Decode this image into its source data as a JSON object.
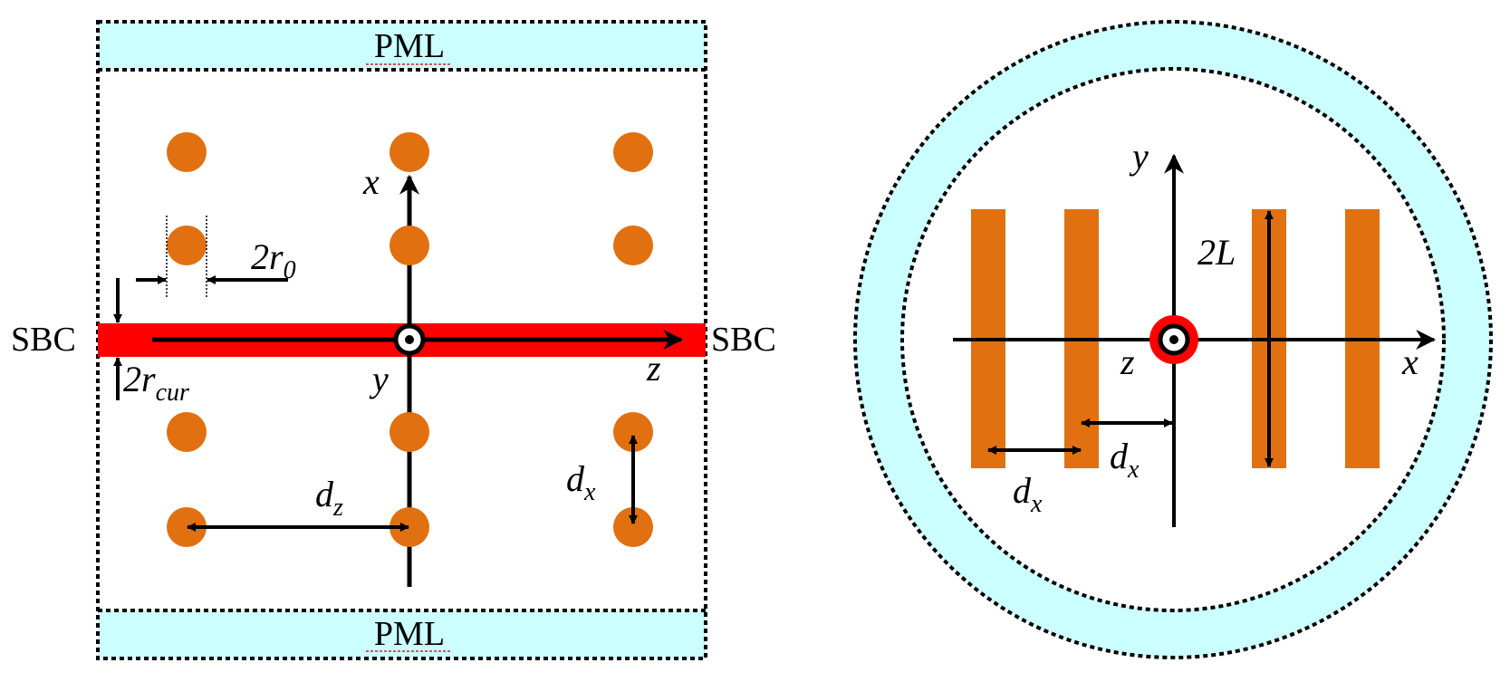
{
  "colors": {
    "pml_fill": "#ccffff",
    "rod": "#e07010",
    "current_sheet": "#ff0000",
    "line": "#000000",
    "background": "#ffffff"
  },
  "left_panel": {
    "pml_top": "PML",
    "pml_bottom": "PML",
    "sbc_left": "SBC",
    "sbc_right": "SBC",
    "axis_x": "x",
    "axis_y": "y",
    "axis_z": "z",
    "rod_radius": {
      "base": "2r",
      "sub": "0"
    },
    "current_radius": {
      "base": "2r",
      "sub": "cur"
    },
    "spacing_z": {
      "base": "d",
      "sub": "z"
    },
    "spacing_x": {
      "base": "d",
      "sub": "x"
    }
  },
  "right_panel": {
    "axis_y": "y",
    "axis_z": "z",
    "axis_x": "x",
    "length": "2L",
    "spacing_x_center": {
      "base": "d",
      "sub": "x"
    },
    "spacing_x_pair": {
      "base": "d",
      "sub": "x"
    }
  }
}
